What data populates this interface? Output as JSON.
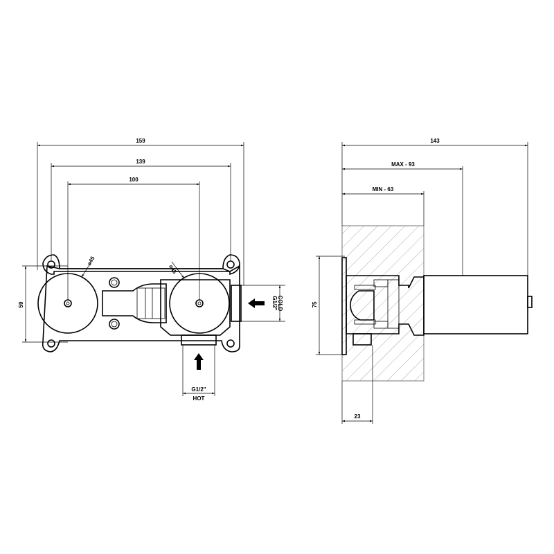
{
  "front_view": {
    "dim_overall_width": "159",
    "dim_fixing_holes": "139",
    "dim_axis_distance": "100",
    "dim_height": "59",
    "dia_left": "⌀45",
    "dia_right": "⌀45",
    "inlet_cold_size": "G1/2\"",
    "inlet_cold_label": "COLD",
    "inlet_hot_size": "G1/2\"",
    "inlet_hot_label": "HOT"
  },
  "side_view": {
    "dim_total": "143",
    "dim_max": "MAX - 93",
    "dim_min": "MIN - 63",
    "dim_height": "75",
    "dim_depth": "23"
  }
}
